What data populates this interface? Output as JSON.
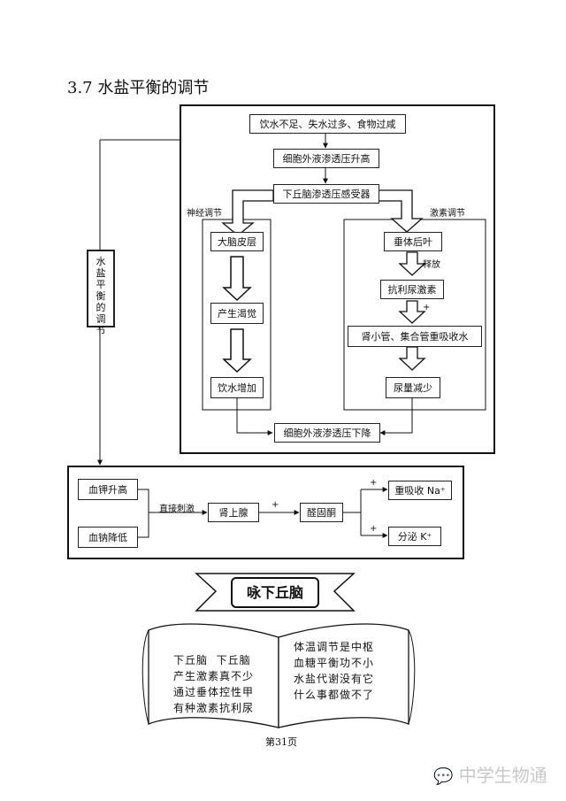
{
  "section_title": "3.7 水盐平衡的调节",
  "side_label": "水盐平衡的调节",
  "upper": {
    "box_drink": "饮水不足、失水过多、食物过咸",
    "box_osmo_up": "细胞外液渗透压升高",
    "box_receptor": "下丘脑渗透压感受器",
    "label_neural": "神经调节",
    "label_hormonal": "激素调节",
    "box_cortex": "大脑皮层",
    "box_thirst": "产生渴觉",
    "box_drink_more": "饮水增加",
    "box_pituitary": "垂体后叶",
    "label_release": "释放",
    "box_adh": "抗利尿激素",
    "label_plus1": "+",
    "box_kidney": "肾小管、集合管重吸收水",
    "box_urine": "尿量减少",
    "box_osmo_down": "细胞外液渗透压下降"
  },
  "lower": {
    "box_k_up": "血钾升高",
    "box_na_down": "血钠降低",
    "label_direct": "直接刺激",
    "box_adrenal": "肾上腺",
    "label_plus2": "+",
    "box_aldosterone": "醛固酮",
    "label_plus3": "+",
    "label_plus4": "+",
    "box_na_reabsorb": "重吸收 Na⁺",
    "box_k_secrete": "分泌 K⁺"
  },
  "banner_title": "咏下丘脑",
  "poem_left": "下丘脑  下丘脑\n产生激素真不少\n通过垂体控性甲\n有种激素抗利尿",
  "poem_right": "体温调节是中枢\n血糖平衡功不小\n水盐代谢没有它\n什么事都做不了",
  "page_number": "第31页",
  "watermark": "中学生物通"
}
